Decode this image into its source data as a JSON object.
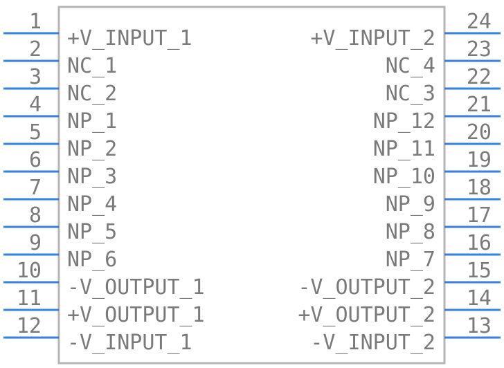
{
  "component": {
    "left_pins": [
      {
        "number": "1",
        "name": "+V_INPUT_1"
      },
      {
        "number": "2",
        "name": "NC_1"
      },
      {
        "number": "3",
        "name": "NC_2"
      },
      {
        "number": "4",
        "name": "NP_1"
      },
      {
        "number": "5",
        "name": "NP_2"
      },
      {
        "number": "6",
        "name": "NP_3"
      },
      {
        "number": "7",
        "name": "NP_4"
      },
      {
        "number": "8",
        "name": "NP_5"
      },
      {
        "number": "9",
        "name": "NP_6"
      },
      {
        "number": "10",
        "name": "-V_OUTPUT_1"
      },
      {
        "number": "11",
        "name": "+V_OUTPUT_1"
      },
      {
        "number": "12",
        "name": "-V_INPUT_1"
      }
    ],
    "right_pins": [
      {
        "number": "24",
        "name": "+V_INPUT_2"
      },
      {
        "number": "23",
        "name": "NC_4"
      },
      {
        "number": "22",
        "name": "NC_3"
      },
      {
        "number": "21",
        "name": "NP_12"
      },
      {
        "number": "20",
        "name": "NP_11"
      },
      {
        "number": "19",
        "name": "NP_10"
      },
      {
        "number": "18",
        "name": "NP_9"
      },
      {
        "number": "17",
        "name": "NP_8"
      },
      {
        "number": "16",
        "name": "NP_7"
      },
      {
        "number": "15",
        "name": "-V_OUTPUT_2"
      },
      {
        "number": "14",
        "name": "+V_OUTPUT_2"
      },
      {
        "number": "13",
        "name": "-V_INPUT_2"
      }
    ]
  },
  "colors": {
    "pin_line": "#3b82d6",
    "body_outline": "#b5b5b5",
    "text": "#7a7a7a"
  }
}
